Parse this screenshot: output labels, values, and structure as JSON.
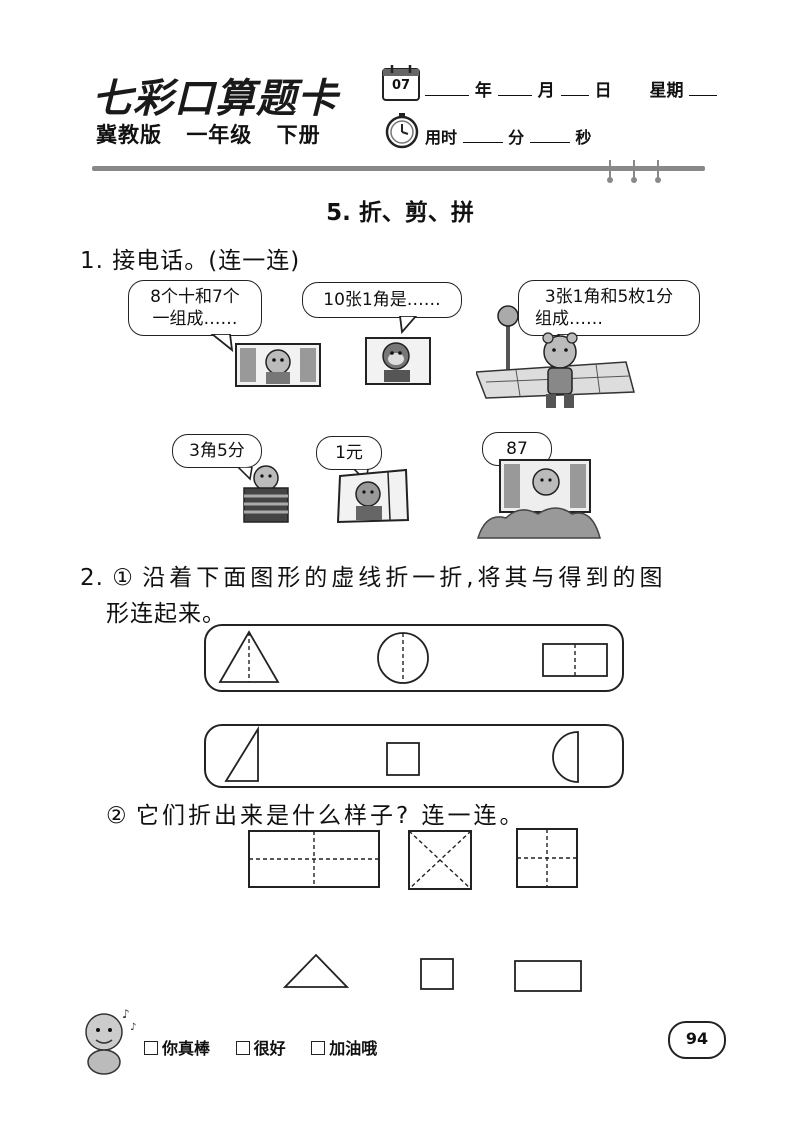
{
  "header": {
    "brand_title": "七彩口算题卡",
    "edition": [
      "冀教版",
      "一年级",
      "下册"
    ],
    "calendar_day": "07",
    "date_labels": [
      "年",
      "月",
      "日",
      "星期"
    ],
    "time_prefix": "用时",
    "time_units": [
      "分",
      "秒"
    ]
  },
  "section_title": "5. 折、剪、拼",
  "q1": {
    "number": "1.",
    "text": "接电话。(连一连)",
    "callers": [
      {
        "line1": "8个十和7个",
        "line2": "一组成……"
      },
      {
        "line1": "10张1角是……",
        "line2": ""
      },
      {
        "line1": "3张1角和5枚1分",
        "line2": "组成……"
      }
    ],
    "answers": [
      "3角5分",
      "1元",
      "87"
    ]
  },
  "q2": {
    "number": "2.",
    "part1_marker": "①",
    "part1_line1": "沿着下面图形的虚线折一折,将其与得到的图",
    "part1_line2": "形连起来。",
    "part2_marker": "②",
    "part2_text": "它们折出来是什么样子? 连一连。"
  },
  "footer": {
    "ratings": [
      "你真棒",
      "很好",
      "加油哦"
    ],
    "page_number": "94"
  }
}
